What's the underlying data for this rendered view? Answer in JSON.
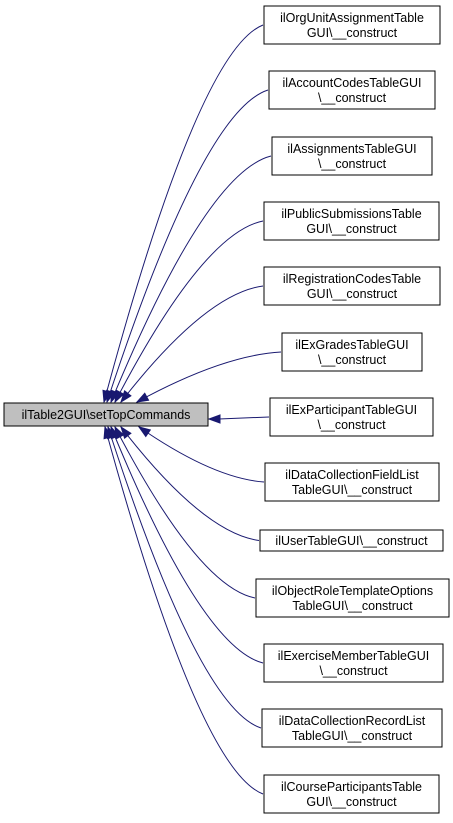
{
  "root": {
    "label": "ilTable2GUI\\setTopCommands"
  },
  "callers": [
    {
      "line1": "ilOrgUnitAssignmentTable",
      "line2": "GUI\\__construct"
    },
    {
      "line1": "ilAccountCodesTableGUI",
      "line2": "\\__construct"
    },
    {
      "line1": "ilAssignmentsTableGUI",
      "line2": "\\__construct"
    },
    {
      "line1": "ilPublicSubmissionsTable",
      "line2": "GUI\\__construct"
    },
    {
      "line1": "ilRegistrationCodesTable",
      "line2": "GUI\\__construct"
    },
    {
      "line1": "ilExGradesTableGUI",
      "line2": "\\__construct"
    },
    {
      "line1": "ilExParticipantTableGUI",
      "line2": "\\__construct"
    },
    {
      "line1": "ilDataCollectionFieldList",
      "line2": "TableGUI\\__construct"
    },
    {
      "line1": "ilUserTableGUI\\__construct",
      "line2": ""
    },
    {
      "line1": "ilObjectRoleTemplateOptions",
      "line2": "TableGUI\\__construct"
    },
    {
      "line1": "ilExerciseMemberTableGUI",
      "line2": "\\__construct"
    },
    {
      "line1": "ilDataCollectionRecordList",
      "line2": "TableGUI\\__construct"
    },
    {
      "line1": "ilCourseParticipantsTable",
      "line2": "GUI\\__construct"
    }
  ],
  "colors": {
    "edge": "#191970",
    "root_fill": "#bfbfbf",
    "node_fill": "#ffffff",
    "border": "#000000"
  }
}
